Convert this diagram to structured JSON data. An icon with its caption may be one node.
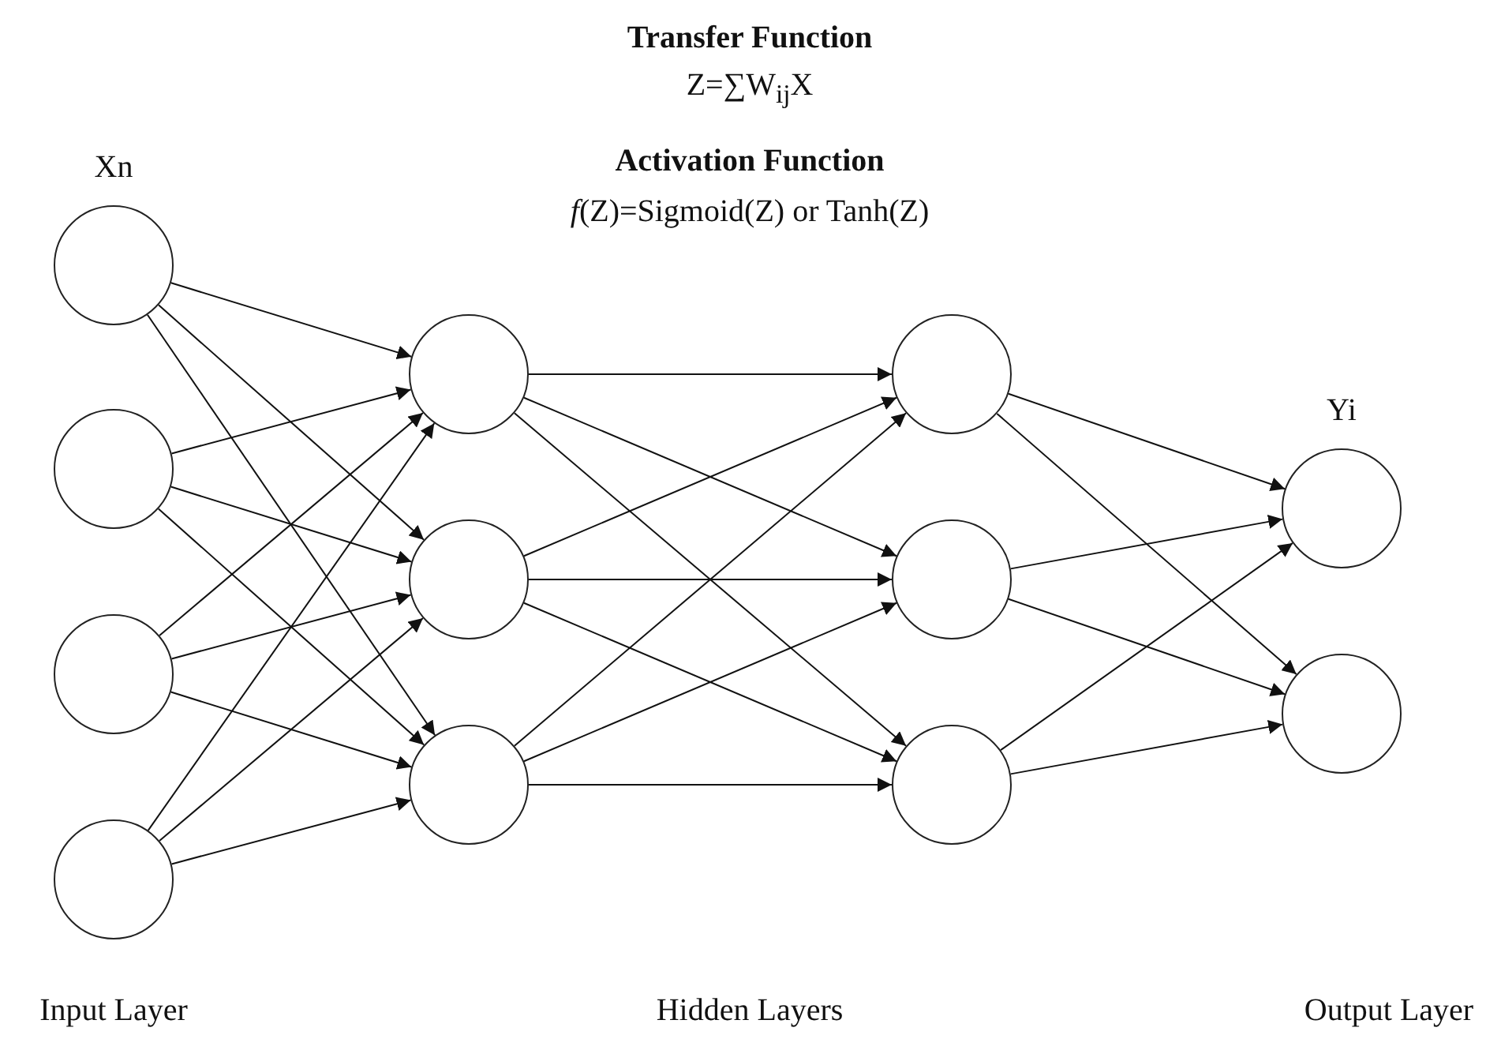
{
  "diagram": {
    "nodes": [
      {
        "text": [],
        "shape": "circle",
        "beside": [
          "Xn"
        ]
      },
      {
        "text": [],
        "shape": "circle"
      },
      {
        "text": [],
        "shape": "circle"
      },
      {
        "text": [],
        "shape": "circle"
      },
      {
        "text": [],
        "shape": "circle"
      },
      {
        "text": [],
        "shape": "circle"
      },
      {
        "text": [],
        "shape": "circle"
      },
      {
        "text": [],
        "shape": "circle"
      },
      {
        "text": [],
        "shape": "circle"
      },
      {
        "text": [],
        "shape": "circle"
      },
      {
        "text": [],
        "shape": "circle",
        "beside": [
          "Yi"
        ]
      },
      {
        "text": [],
        "shape": "circle"
      }
    ],
    "edges": [
      {
        "from": 0,
        "to": 4,
        "arrow": "to"
      },
      {
        "from": 0,
        "to": 5,
        "arrow": "to"
      },
      {
        "from": 0,
        "to": 6,
        "arrow": "to"
      },
      {
        "from": 1,
        "to": 4,
        "arrow": "to"
      },
      {
        "from": 1,
        "to": 5,
        "arrow": "to"
      },
      {
        "from": 1,
        "to": 6,
        "arrow": "to"
      },
      {
        "from": 2,
        "to": 4,
        "arrow": "to"
      },
      {
        "from": 2,
        "to": 5,
        "arrow": "to"
      },
      {
        "from": 2,
        "to": 6,
        "arrow": "to"
      },
      {
        "from": 3,
        "to": 4,
        "arrow": "to"
      },
      {
        "from": 3,
        "to": 5,
        "arrow": "to"
      },
      {
        "from": 3,
        "to": 6,
        "arrow": "to"
      },
      {
        "from": 4,
        "to": 7,
        "arrow": "to"
      },
      {
        "from": 4,
        "to": 8,
        "arrow": "to"
      },
      {
        "from": 4,
        "to": 9,
        "arrow": "to"
      },
      {
        "from": 5,
        "to": 7,
        "arrow": "to"
      },
      {
        "from": 5,
        "to": 8,
        "arrow": "to"
      },
      {
        "from": 5,
        "to": 9,
        "arrow": "to"
      },
      {
        "from": 6,
        "to": 7,
        "arrow": "to"
      },
      {
        "from": 6,
        "to": 8,
        "arrow": "to"
      },
      {
        "from": 6,
        "to": 9,
        "arrow": "to"
      },
      {
        "from": 7,
        "to": 10,
        "arrow": "to"
      },
      {
        "from": 7,
        "to": 11,
        "arrow": "to"
      },
      {
        "from": 8,
        "to": 10,
        "arrow": "to"
      },
      {
        "from": 8,
        "to": 11,
        "arrow": "to"
      },
      {
        "from": 9,
        "to": 10,
        "arrow": "to"
      },
      {
        "from": 9,
        "to": 11,
        "arrow": "to"
      }
    ],
    "labels": [
      "Transfer Function",
      "Z=∑W$_{ij}$X",
      "Activation Function",
      "*f*(Z)=Sigmoid(Z) or Tanh(Z)",
      "Input Layer",
      "Hidden Layers",
      "Output Layer"
    ]
  }
}
